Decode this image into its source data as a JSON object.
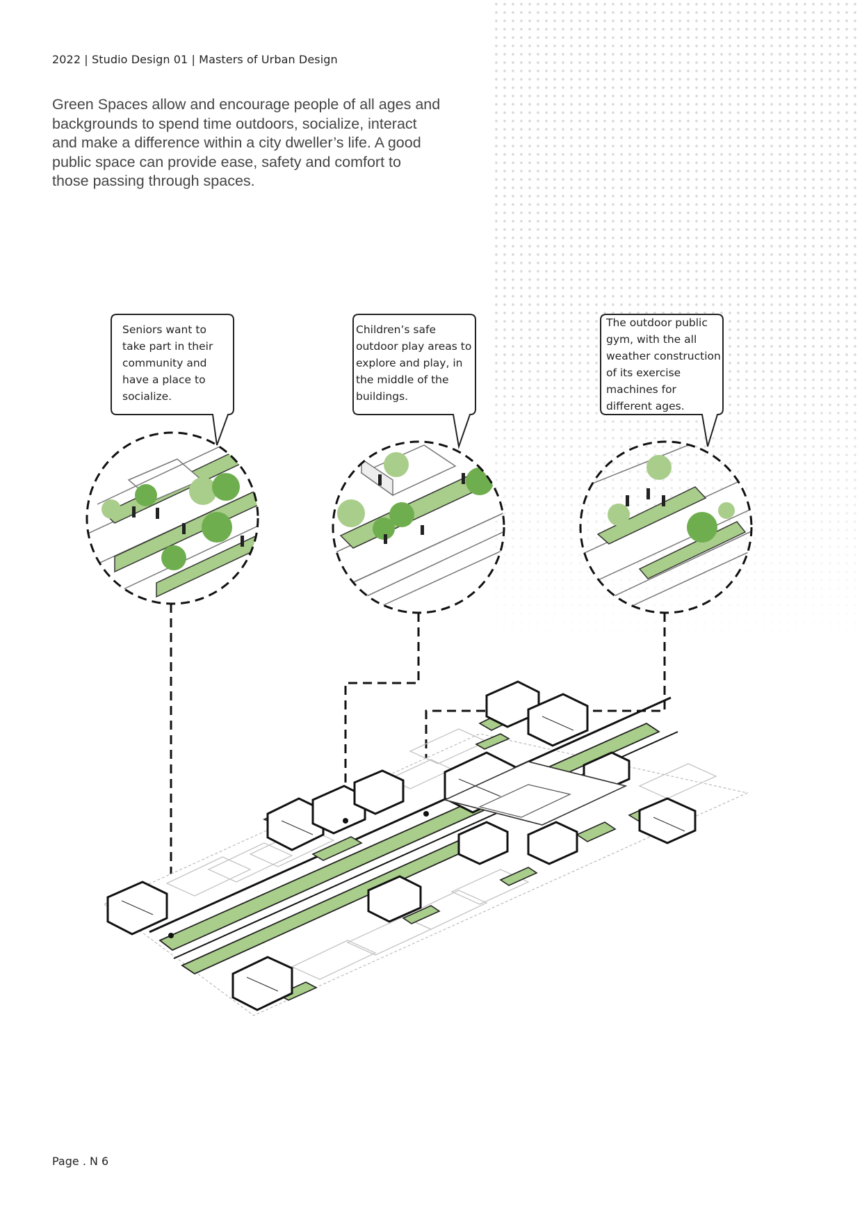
{
  "header": {
    "running_title": "2022 | Studio Design 01 | Masters of Urban Design"
  },
  "intro": {
    "paragraph": "Green Spaces allow and encourage people of all ages and backgrounds to spend time outdoors, socialize, interact and make a difference within a city dweller’s life. A good public space can provide ease, safety and comfort to those passing through spaces."
  },
  "callouts": [
    {
      "text": "Seniors want to take part in their community and have a place to socialize."
    },
    {
      "text": "Children’s safe outdoor play areas to explore and play, in the middle of the buildings."
    },
    {
      "text": "The outdoor public gym, with the all weather construction of its exercise machines for different ages."
    }
  ],
  "footer": {
    "page_label": "Page . N 6"
  },
  "colors": {
    "green": "#a9cd8a",
    "tree_green": "#6fae4f",
    "dots": "#dadada",
    "text": "#444444"
  }
}
